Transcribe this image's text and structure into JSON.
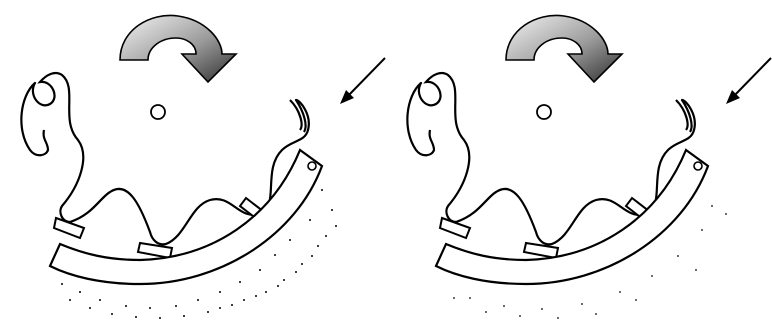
{
  "diagram": {
    "panels": [
      {
        "id": "left",
        "material": "dense"
      },
      {
        "id": "right",
        "material": "loose"
      }
    ],
    "rotation": "clockwise",
    "colors": {
      "arrow_light": "#f2f2f2",
      "arrow_dark": "#3a3a3a",
      "ink": "#000000",
      "paper": "#ffffff"
    }
  }
}
